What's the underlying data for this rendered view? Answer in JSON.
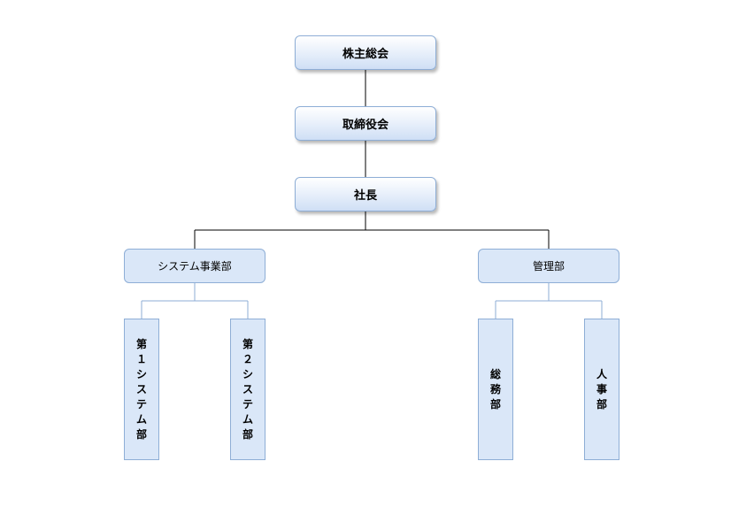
{
  "org": {
    "shareholders": "株主総会",
    "board": "取締役会",
    "president": "社長",
    "system_division": "システム事業部",
    "admin_division": "管理部",
    "system_dept_1": "第１システム部",
    "system_dept_2": "第２システム部",
    "general_affairs": "総務部",
    "hr": "人事部"
  },
  "colors": {
    "connector": "#000000",
    "sub_connector": "#8eaed6",
    "box_fill": "#dae7f8",
    "box_border": "#8eaed6"
  }
}
